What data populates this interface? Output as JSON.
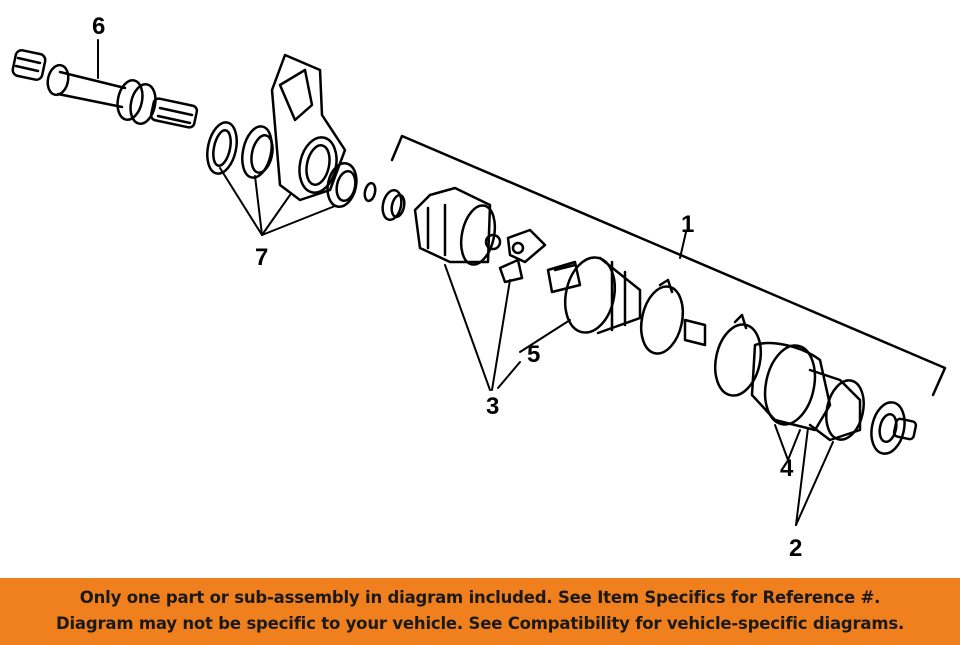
{
  "callouts": {
    "c1": "1",
    "c2": "2",
    "c3": "3",
    "c4": "4",
    "c5": "5",
    "c6": "6",
    "c7": "7"
  },
  "banner": {
    "line1": "Only one part or sub-assembly in diagram included. See Item Specifics for Reference #.",
    "line2": "Diagram may not be specific to your vehicle. See Compatibility for vehicle-specific diagrams."
  },
  "colors": {
    "banner_bg": "#f0801e",
    "line_art": "#000000"
  }
}
